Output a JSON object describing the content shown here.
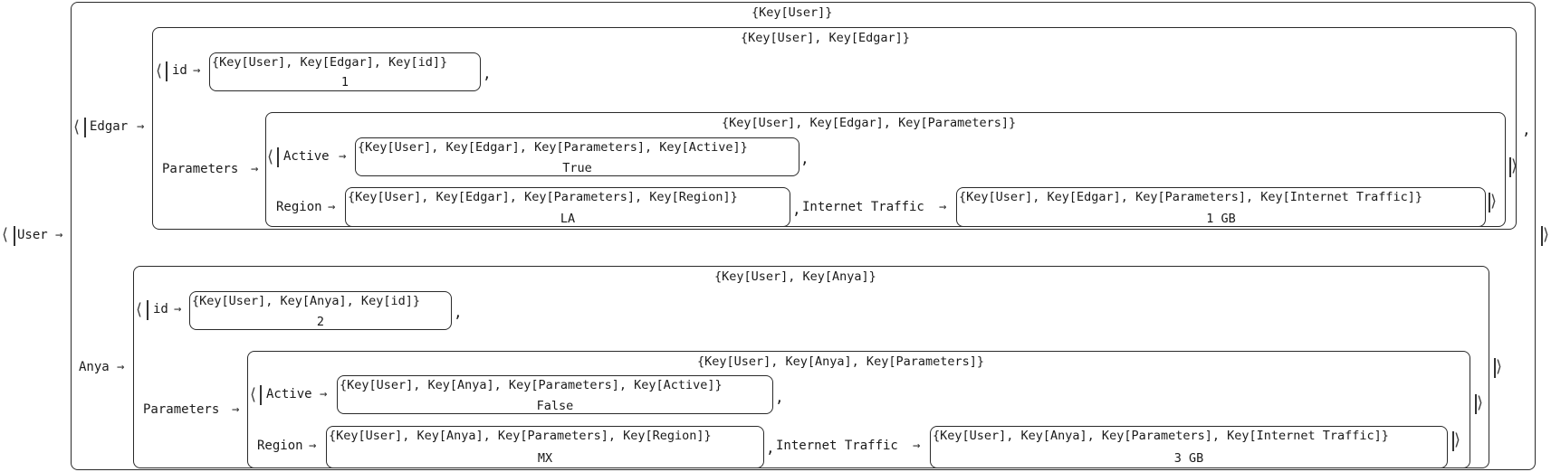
{
  "outer": {
    "key": "User",
    "label": "User",
    "frame_label": "{Key[User]}"
  },
  "edgar": {
    "label": "Edgar",
    "frame_label": "{Key[User], Key[Edgar]}",
    "id_label": "id",
    "id_path": "{Key[User], Key[Edgar], Key[id]}",
    "id_value": "1",
    "params_label": "Parameters",
    "params_frame_label": "{Key[User], Key[Edgar], Key[Parameters]}",
    "active_label": "Active",
    "active_path": "{Key[User], Key[Edgar], Key[Parameters], Key[Active]}",
    "active_value": "True",
    "region_label": "Region",
    "region_path": "{Key[User], Key[Edgar], Key[Parameters], Key[Region]}",
    "region_value": "LA",
    "traffic_label": "Internet Traffic",
    "traffic_path": "{Key[User], Key[Edgar], Key[Parameters], Key[Internet Traffic]}",
    "traffic_value": "1 GB"
  },
  "anya": {
    "label": "Anya",
    "frame_label": "{Key[User], Key[Anya]}",
    "id_label": "id",
    "id_path": "{Key[User], Key[Anya], Key[id]}",
    "id_value": "2",
    "params_label": "Parameters",
    "params_frame_label": "{Key[User], Key[Anya], Key[Parameters]}",
    "active_label": "Active",
    "active_path": "{Key[User], Key[Anya], Key[Parameters], Key[Active]}",
    "active_value": "False",
    "region_label": "Region",
    "region_path": "{Key[User], Key[Anya], Key[Parameters], Key[Region]}",
    "region_value": "MX",
    "traffic_label": "Internet Traffic",
    "traffic_path": "{Key[User], Key[Anya], Key[Parameters], Key[Internet Traffic]}",
    "traffic_value": "3 GB"
  },
  "symbols": {
    "arrow": "→",
    "open": "⟨",
    "close": "⟩",
    "comma": ","
  }
}
